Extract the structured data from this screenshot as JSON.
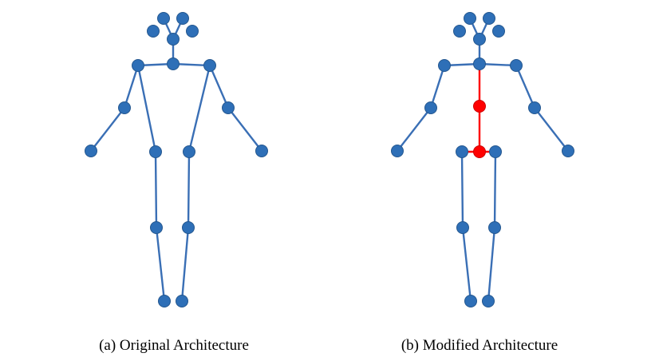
{
  "colors": {
    "background": "#ffffff",
    "joint": "#2e6fb7",
    "joint_stroke": "#24578f",
    "bone": "#3a6fb5",
    "highlight": "#ff0000"
  },
  "panels": [
    {
      "id": "a",
      "caption": "(a) Original Architecture"
    },
    {
      "id": "b",
      "caption": "(b) Modified Architecture"
    }
  ]
}
